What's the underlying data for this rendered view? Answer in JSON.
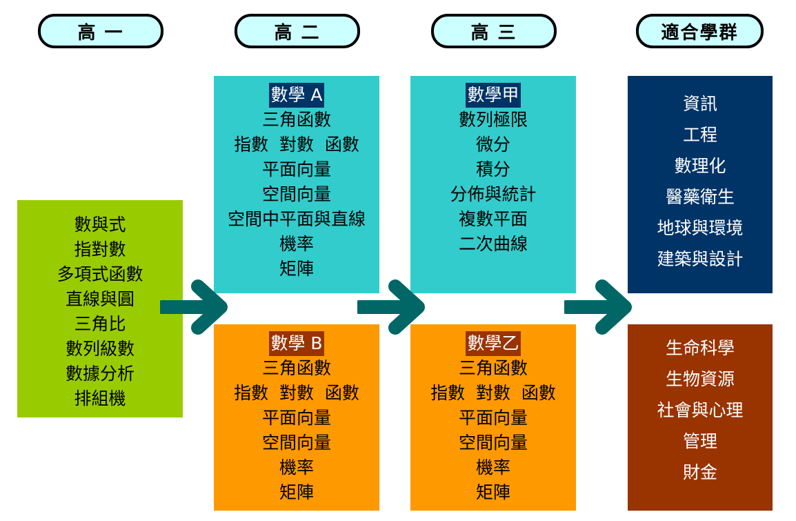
{
  "headers": [
    "高 一",
    "高 二",
    "高 三",
    "適合學群"
  ],
  "grade10": {
    "items": [
      "數與式",
      "指對數",
      "多項式函數",
      "直線與圓",
      "三角比",
      "數列級數",
      "數據分析",
      "排組機"
    ]
  },
  "mathA": {
    "title": "數學 A",
    "items": [
      "三角函數",
      "指數  對數  函數",
      "平面向量",
      "空間向量",
      "空間中平面與直線",
      "機率",
      "矩陣"
    ]
  },
  "mathB": {
    "title": "數學 B",
    "items": [
      "三角函數",
      "指數  對數  函數",
      "平面向量",
      "空間向量",
      "機率",
      "矩陣"
    ]
  },
  "mathJia": {
    "title": "數學甲",
    "items": [
      "數列極限",
      "微分",
      "積分",
      "分佈與統計",
      "複數平面",
      "二次曲線"
    ]
  },
  "mathYi": {
    "title": "數學乙",
    "items": [
      "三角函數",
      "指數  對數  函數",
      "平面向量",
      "空間向量",
      "機率",
      "矩陣"
    ]
  },
  "groupsScience": {
    "items": [
      "資訊",
      "工程",
      "數理化",
      "醫藥衛生",
      "地球與環境",
      "建築與設計"
    ]
  },
  "groupsOther": {
    "items": [
      "生命科學",
      "生物資源",
      "社會與心理",
      "管理",
      "財金"
    ]
  },
  "colors": {
    "green": "#99cc00",
    "teal": "#33cccc",
    "orange": "#ff9900",
    "navy": "#003366",
    "brown": "#993300",
    "arrow": "#006666"
  }
}
